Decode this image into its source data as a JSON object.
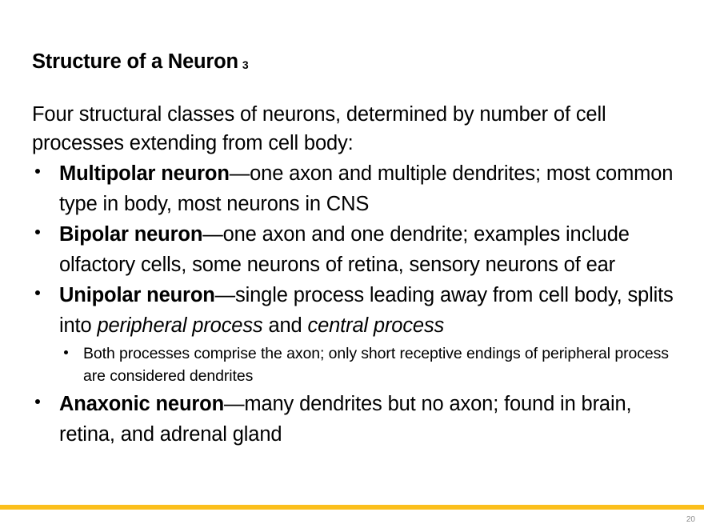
{
  "slide": {
    "title_text": "Structure of a Neuron",
    "title_superscript": "3",
    "background_color": "#ffffff",
    "accent_color": "#fbbf1c",
    "page_number": "20",
    "intro": "Four structural classes of neurons, determined by number of cell processes extending from cell body:",
    "bullets": [
      {
        "lead": "Multipolar neuron",
        "dash": "—",
        "rest": "one axon and multiple dendrites; most common type in body, most neurons in CNS"
      },
      {
        "lead": "Bipolar neuron",
        "dash": "—",
        "rest": "one axon and one dendrite; examples include olfactory cells, some neurons of retina, sensory neurons of ear"
      },
      {
        "lead": "Unipolar neuron",
        "dash": "—",
        "rest_part1": "single process leading away from cell body, splits into ",
        "italic1": "peripheral process",
        "rest_part2": " and ",
        "italic2": "central process",
        "subbullets": [
          "Both processes comprise the axon; only short receptive endings of peripheral process are considered dendrites"
        ]
      },
      {
        "lead": "Anaxonic neuron",
        "dash": "—",
        "rest": "many dendrites but no axon; found in brain, retina, and adrenal gland"
      }
    ]
  }
}
